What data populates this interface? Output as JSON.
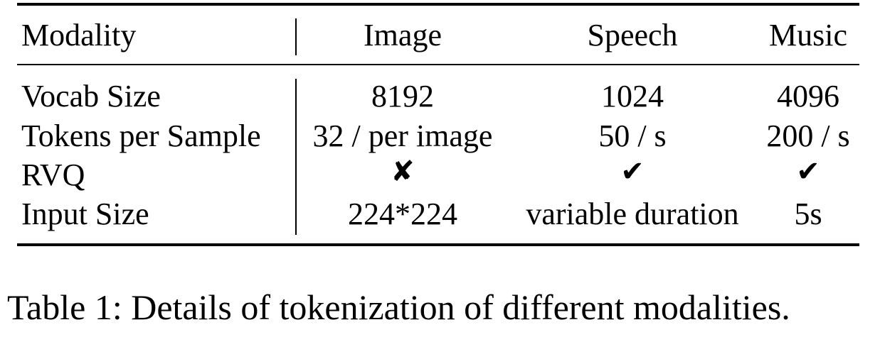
{
  "table": {
    "header": {
      "label": "Modality",
      "columns": [
        "Image",
        "Speech",
        "Music"
      ]
    },
    "rows": [
      {
        "label": "Vocab Size",
        "values": [
          "8192",
          "1024",
          "4096"
        ]
      },
      {
        "label": "Tokens per Sample",
        "values": [
          "32 / per image",
          "50 / s",
          "200 / s"
        ]
      },
      {
        "label": "RVQ",
        "values": [
          "✘",
          "✔",
          "✔"
        ]
      },
      {
        "label": "Input Size",
        "values": [
          "224*224",
          "variable duration",
          "5s"
        ]
      }
    ]
  },
  "caption": "Table 1: Details of tokenization of different modalities."
}
